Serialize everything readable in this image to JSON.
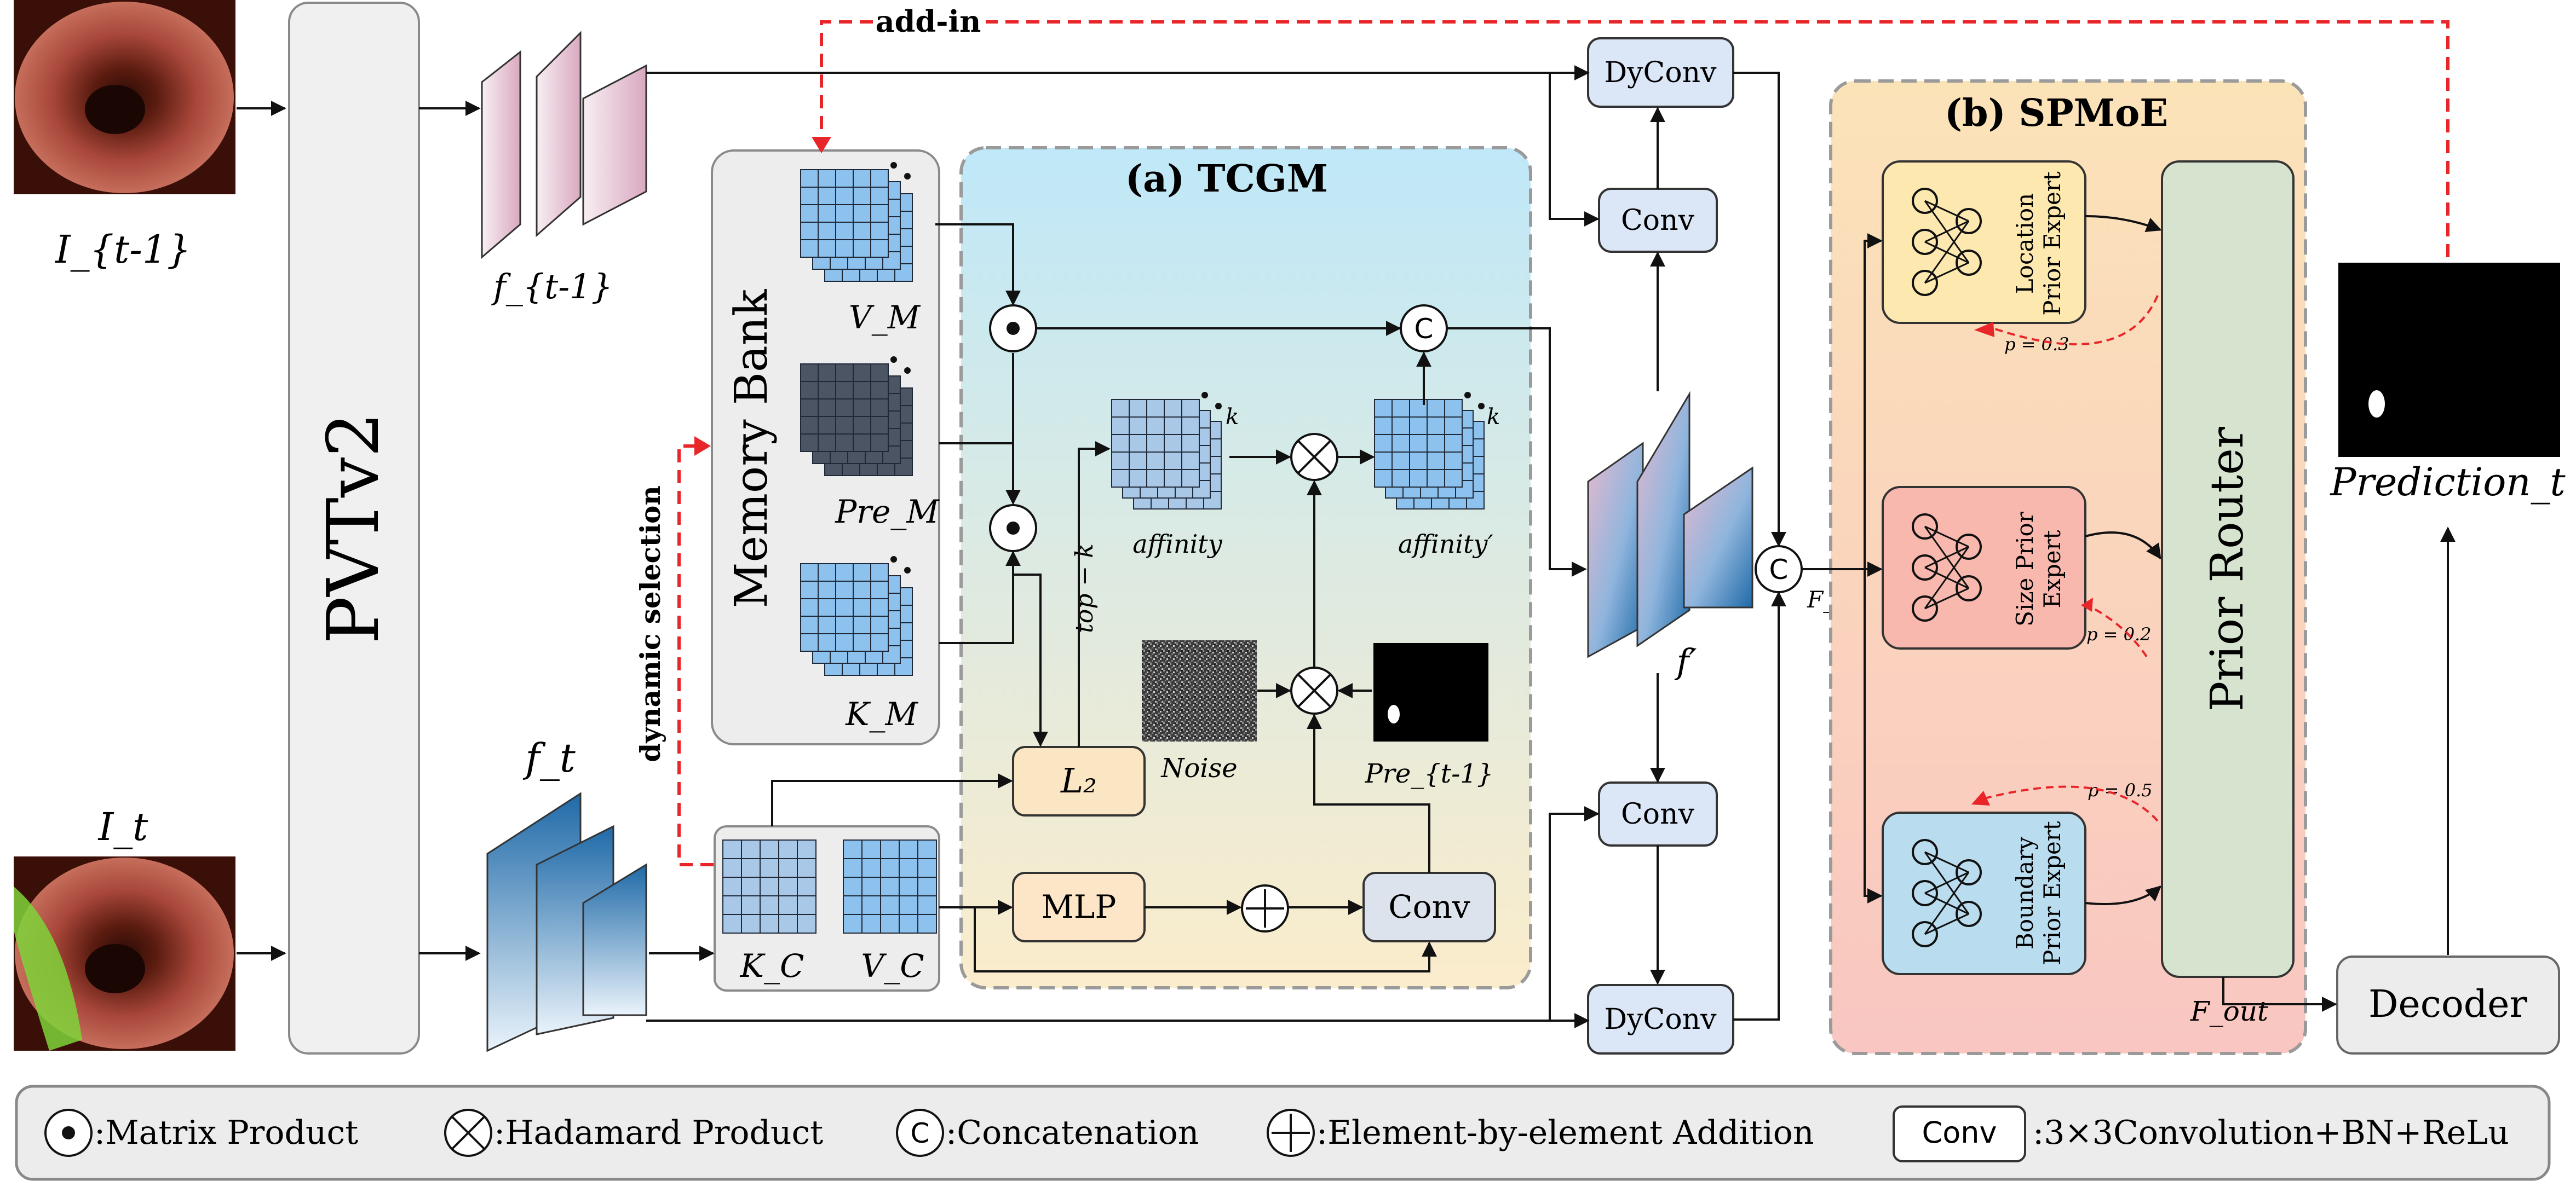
{
  "frame_prev_label": "I_{t-1}",
  "frame_curr_label": "I_t",
  "backbone_label": "PVTv2",
  "feat_prev_label": "f_{t-1}",
  "feat_curr_label": "f_t",
  "feat_fused_label": "f′",
  "add_in_label": "add-in",
  "dynamic_selection_label": "dynamic selection",
  "memory_bank": {
    "title": "Memory Bank",
    "vm_label": "V_M",
    "prem_label": "Pre_M",
    "km_label": "K_M"
  },
  "current_keys": {
    "kc_label": "K_C",
    "vc_label": "V_C"
  },
  "tcgm": {
    "title": "(a)  TCGM",
    "affinity_label": "affinity",
    "affinity_prime_label": "affinity′",
    "k_label": "k",
    "topk_label": "top − k",
    "l2_label": "L₂",
    "noise_label": "Noise",
    "pre_prev_label": "Pre_{t-1}",
    "mlp_label": "MLP",
    "conv_label": "Conv"
  },
  "dyconv_label": "DyConv",
  "conv_label": "Conv",
  "fguid_label": "F_guid",
  "fout_label": "F_out",
  "spmoe": {
    "title": "(b)  SPMoE",
    "router_label": "Prior Router",
    "experts": [
      {
        "line1": "Location",
        "line2": "Prior Expert",
        "prob": "p = 0.3",
        "color": "#fde9b0"
      },
      {
        "line1": "Size Prior",
        "line2": "Expert",
        "prob": "p = 0.2",
        "color": "#f9b8ae"
      },
      {
        "line1": "Boundary",
        "line2": "Prior Expert",
        "prob": "p = 0.5",
        "color": "#b9dcef"
      }
    ]
  },
  "decoder_label": "Decoder",
  "prediction_label": "Prediction_t",
  "legend": {
    "matrix_product": ":Matrix Product",
    "hadamard_product": ":Hadamard Product",
    "concatenation": ":Concatenation",
    "addition": ":Element-by-element Addition",
    "conv_box": "Conv",
    "conv_desc": ":3×3Convolution+BN+ReLu"
  },
  "colors": {
    "memory_bg": "#ededed",
    "tcgm_top": "#bfe8f8",
    "tcgm_bottom": "#fbeccb",
    "spmoe_top": "#fbe3b8",
    "spmoe_bottom": "#f9c6c1",
    "router": "#d6e4cf",
    "conv_box": "#dbe6f7",
    "mlp_box": "#fde6c8",
    "red_dash": "#e8262a",
    "grid_light": "#8ec2ee",
    "grid_dark": "#4b5563"
  }
}
